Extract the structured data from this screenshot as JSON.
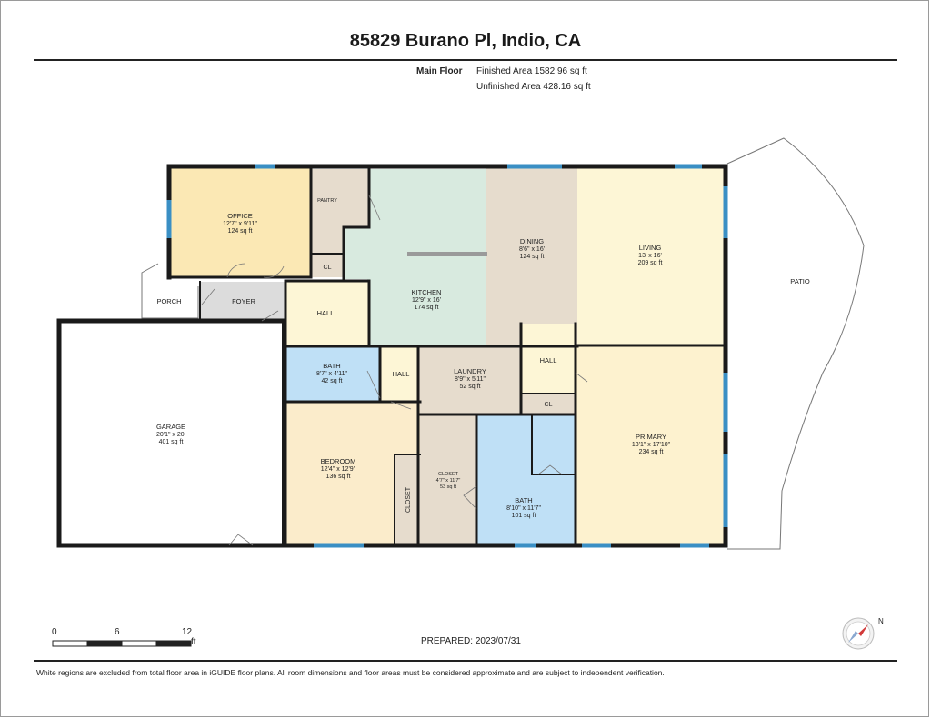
{
  "header": {
    "title": "85829 Burano Pl, Indio, CA",
    "floor": "Main Floor",
    "finished": "Finished Area 1582.96 sq ft",
    "unfinished": "Unfinished Area 428.16 sq ft"
  },
  "rooms": {
    "office": {
      "name": "OFFICE",
      "dims": "12'7\" x 9'11\"",
      "area": "124 sq ft"
    },
    "pantry": {
      "name": "PANTRY"
    },
    "cl_pantry": {
      "name": "CL"
    },
    "kitchen": {
      "name": "KITCHEN",
      "dims": "12'9\" x 16'",
      "area": "174 sq ft"
    },
    "dining": {
      "name": "DINING",
      "dims": "8'6\" x 16'",
      "area": "124 sq ft"
    },
    "living": {
      "name": "LIVING",
      "dims": "13' x 16'",
      "area": "209 sq ft"
    },
    "patio": {
      "name": "PATIO"
    },
    "porch": {
      "name": "PORCH"
    },
    "foyer": {
      "name": "FOYER"
    },
    "hall1": {
      "name": "HALL"
    },
    "bath1": {
      "name": "BATH",
      "dims": "8'7\" x 4'11\"",
      "area": "42 sq ft"
    },
    "hall2": {
      "name": "HALL"
    },
    "laundry": {
      "name": "LAUNDRY",
      "dims": "8'9\" x 5'11\"",
      "area": "52 sq ft"
    },
    "hall3": {
      "name": "HALL"
    },
    "cl2": {
      "name": "CL"
    },
    "garage": {
      "name": "GARAGE",
      "dims": "20'1\" x 20'",
      "area": "401 sq ft"
    },
    "bedroom": {
      "name": "BEDROOM",
      "dims": "12'4\" x 12'9\"",
      "area": "136 sq ft"
    },
    "closet_bed": {
      "name": "CLOSET"
    },
    "closet_mid": {
      "name": "CLOSET",
      "dims": "4'7\" x 11'7\"",
      "area": "53 sq ft"
    },
    "bath2": {
      "name": "BATH",
      "dims": "8'10\" x 11'7\"",
      "area": "101 sq ft"
    },
    "primary": {
      "name": "PRIMARY",
      "dims": "13'1\" x 17'10\"",
      "area": "234 sq ft"
    }
  },
  "scale": {
    "zero": "0",
    "mid": "6",
    "max": "12",
    "unit": "ft"
  },
  "prepared": "PREPARED: 2023/07/31",
  "compass": {
    "north": "N"
  },
  "footer": "White regions are excluded from total floor area in iGUIDE floor plans. All room dimensions and floor areas must be considered approximate and are subject to independent verification.",
  "colors": {
    "wall": "#1a1a1a",
    "window": "#3a8fc4",
    "office": "#fbe8b4",
    "living": "#fdf6d6",
    "kitchen": "#d8eadf",
    "dining": "#e6dccd",
    "pantry": "#e6dccd",
    "bath": "#bfe0f6",
    "primary": "#fdf2cf",
    "bedroom": "#fbeccb",
    "closet": "#e6dccd",
    "hall": "#fdf6d6",
    "foyer": "#dcdcdc",
    "garage": "#ffffff"
  }
}
